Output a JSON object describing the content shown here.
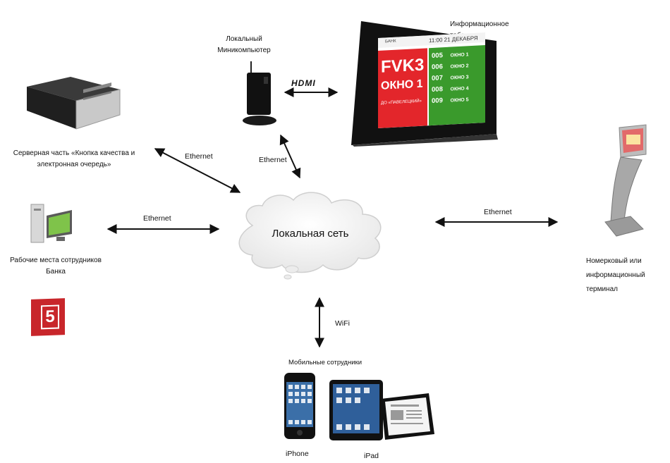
{
  "labels": {
    "server": "Серверная часть «Кнопка качества и электронная очередь»",
    "minipc": "Локальный Миникомпьютер",
    "board": "Информационное табло",
    "workstations": "Рабочие места сотрудников Банка",
    "terminal": "Номерковый или информационный терминал",
    "mobile": "Мобильные сотрудники",
    "iphone": "iPhone",
    "ipad": "iPad"
  },
  "network": {
    "label": "Локальная сеть"
  },
  "links": {
    "hdmi": "HDMI",
    "server_eth": "Ethernet",
    "minipc_eth": "Ethernet",
    "workstations_eth": "Ethernet",
    "terminal_eth": "Ethernet",
    "mobile_wifi": "WiFi"
  },
  "board_screen": {
    "bank": "БАНК",
    "time_date": "11:00  21 ДЕКАБРЯ",
    "ticket": "FVK3",
    "window": "ОКНО 1",
    "location": "ДО «ПАВЕЛЕЦКИЙ»",
    "queue": [
      {
        "ticket": "005",
        "window": "ОКНО 1"
      },
      {
        "ticket": "006",
        "window": "ОКНО 2"
      },
      {
        "ticket": "007",
        "window": "ОКНО 3"
      },
      {
        "ticket": "008",
        "window": "ОКНО 4"
      },
      {
        "ticket": "009",
        "window": "ОКНО 5"
      }
    ]
  },
  "badge": {
    "number": "5"
  },
  "colors": {
    "board_red": "#e3262b",
    "board_green": "#3a9a2c",
    "cloud_fill": "#f2f2f2",
    "arrow": "#111111"
  }
}
